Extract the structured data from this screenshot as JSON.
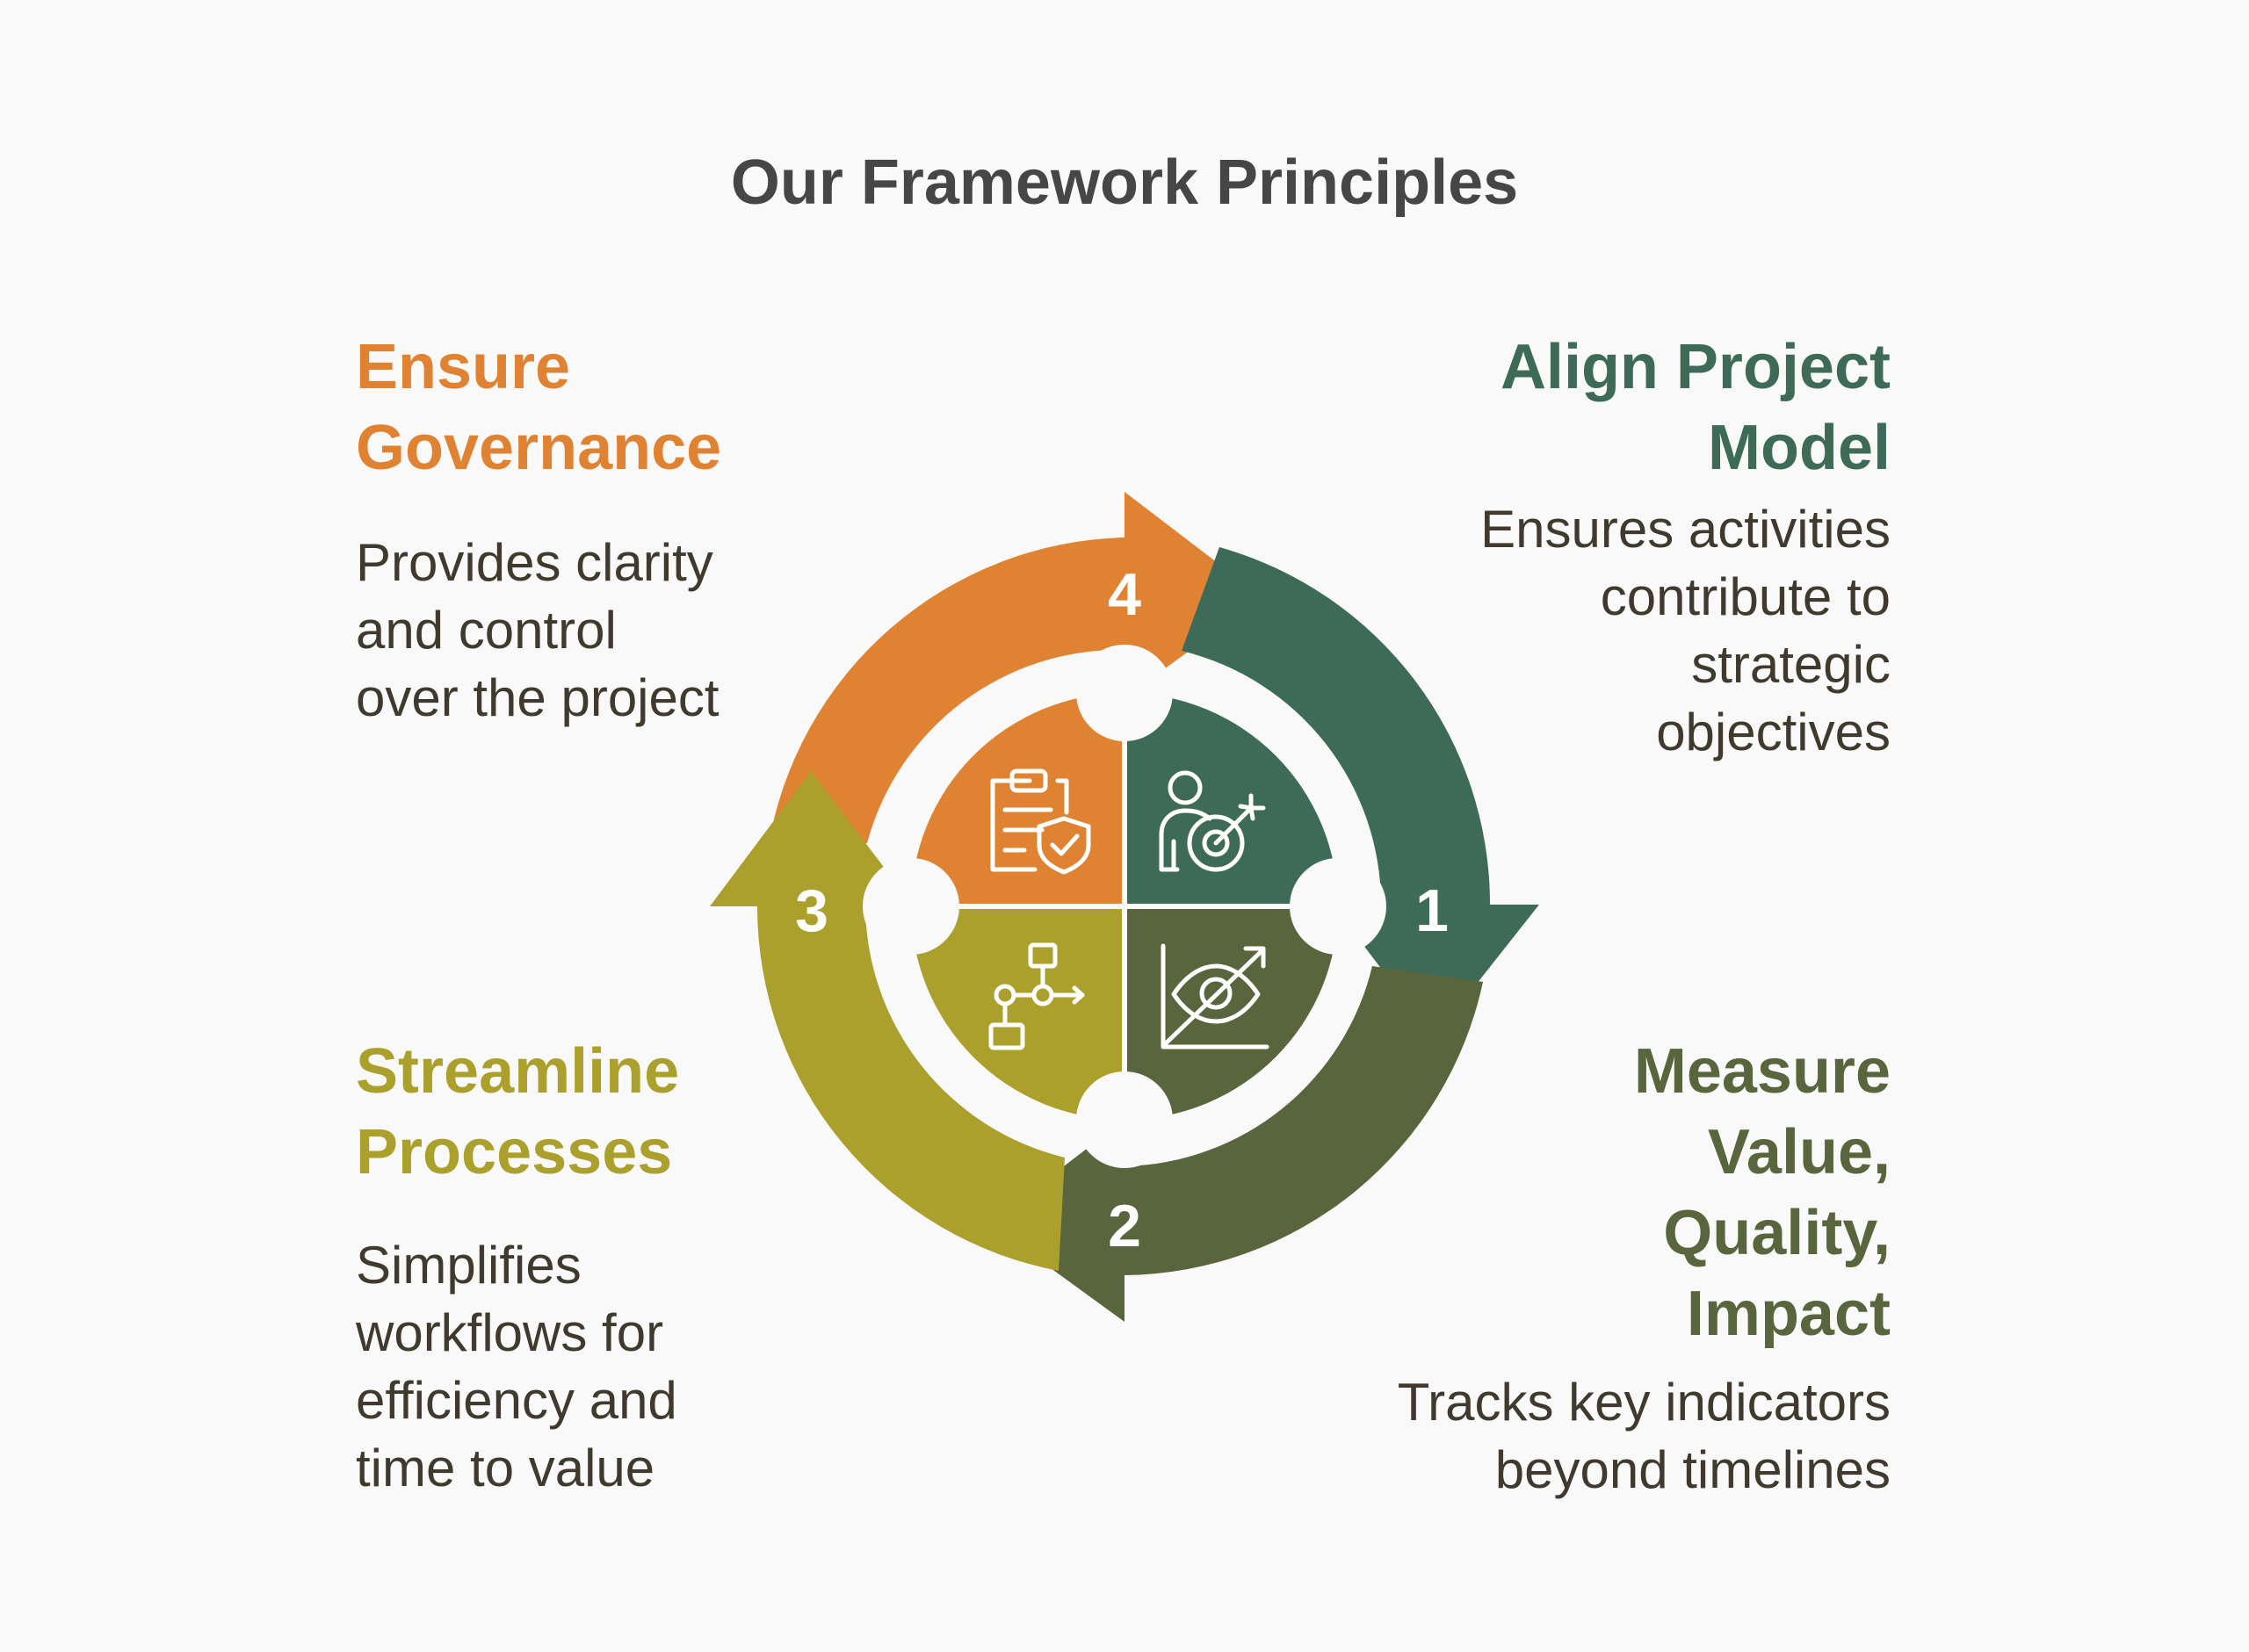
{
  "title": "Our Framework Principles",
  "colors": {
    "background": "#f9f9f9",
    "step1": "#3e6b57",
    "step2": "#59653c",
    "step3": "#aca02d",
    "step4": "#df8333",
    "body_text": "#3f3a2d",
    "title_text": "#464646"
  },
  "steps": [
    {
      "number": "1",
      "heading": [
        "Align Project",
        "Model"
      ],
      "description": [
        "Ensures activities",
        "contribute to",
        "strategic",
        "objectives"
      ],
      "icon": "person-target-icon"
    },
    {
      "number": "2",
      "heading": [
        "Measure",
        "Value,",
        "Quality,",
        "Impact"
      ],
      "description": [
        "Tracks key indicators",
        "beyond timelines"
      ],
      "icon": "eye-chart-icon"
    },
    {
      "number": "3",
      "heading": [
        "Streamline",
        "Processes"
      ],
      "description": [
        "Simplifies",
        "workflows for",
        "efficiency and",
        "time to value"
      ],
      "icon": "workflow-icon"
    },
    {
      "number": "4",
      "heading": [
        "Ensure",
        "Governance"
      ],
      "description": [
        "Provides clarity",
        "and control",
        "over the project"
      ],
      "icon": "clipboard-shield-icon"
    }
  ]
}
